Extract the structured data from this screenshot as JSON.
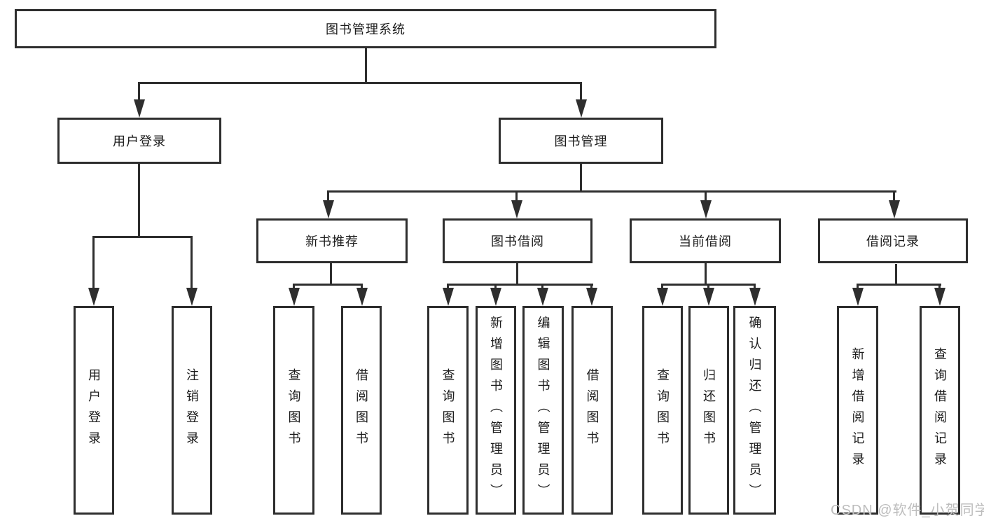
{
  "diagram": {
    "type": "tree-structure-chart",
    "title": "图书管理系统",
    "colors": {
      "line": "#2e2e2e",
      "box_border": "#2e2e2e",
      "box_fill": "#ffffff",
      "text": "#1c1c1c",
      "watermark": "#bdbdbd",
      "background": "#ffffff"
    },
    "watermark": "CSDN @软件_小贺同学",
    "nodes": {
      "root": "图书管理系统",
      "login": "用户登录",
      "mgmt": "图书管理",
      "login_user": "用户登录",
      "login_logout": "注销登录",
      "recommend": "新书推荐",
      "borrow": "图书借阅",
      "current": "当前借阅",
      "records": "借阅记录",
      "rec_query": "查询图书",
      "rec_borrow": "借阅图书",
      "bor_query": "查询图书",
      "bor_add": "新增图书（管理员）",
      "bor_edit": "编辑图书（管理员）",
      "bor_borrow": "借阅图书",
      "cur_query": "查询图书",
      "cur_return": "归还图书",
      "cur_confirm": "确认归还（管理员）",
      "recd_add": "新增借阅记录",
      "recd_query": "查询借阅记录"
    },
    "hierarchy": {
      "图书管理系统": {
        "用户登录": [
          "用户登录",
          "注销登录"
        ],
        "图书管理": {
          "新书推荐": [
            "查询图书",
            "借阅图书"
          ],
          "图书借阅": [
            "查询图书",
            "新增图书（管理员）",
            "编辑图书（管理员）",
            "借阅图书"
          ],
          "当前借阅": [
            "查询图书",
            "归还图书",
            "确认归还（管理员）"
          ],
          "借阅记录": [
            "新增借阅记录",
            "查询借阅记录"
          ]
        }
      }
    }
  }
}
